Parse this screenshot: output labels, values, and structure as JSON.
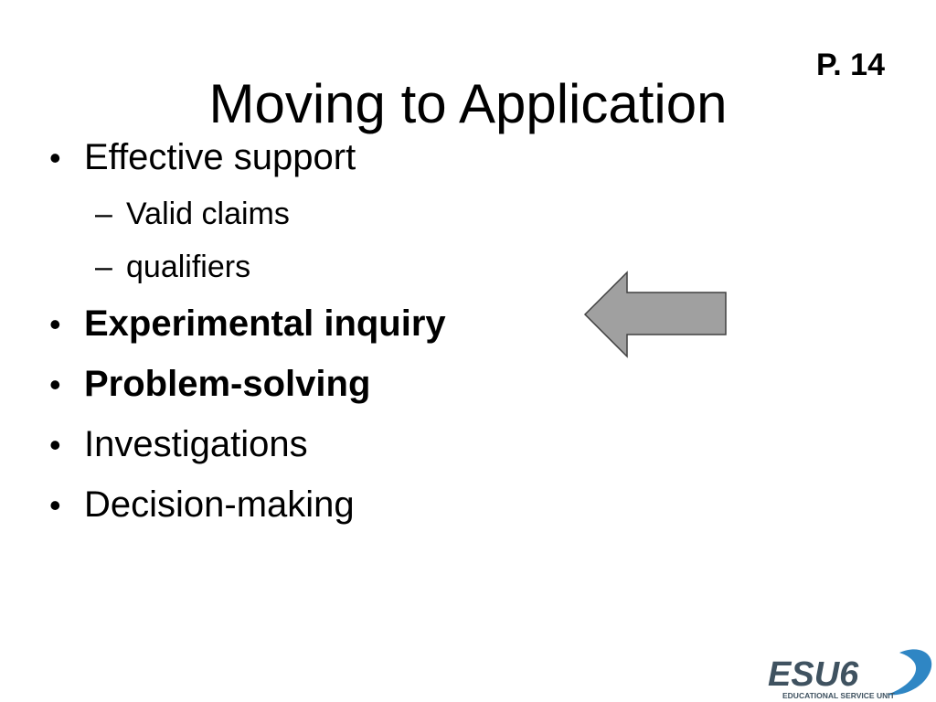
{
  "slide": {
    "page_ref": "P. 14",
    "title": "Moving to Application",
    "bullets": [
      {
        "label": "Effective support",
        "bold": false,
        "sub": [
          "Valid claims",
          "qualifiers"
        ]
      },
      {
        "label": "Experimental inquiry",
        "bold": true
      },
      {
        "label": "Problem-solving",
        "bold": true
      },
      {
        "label": "Investigations",
        "bold": false
      },
      {
        "label": "Decision-making",
        "bold": false
      }
    ],
    "bullet_glyph": "•",
    "sub_glyph": "–"
  },
  "arrow": {
    "icon": "left-arrow-icon",
    "fill": "#a0a0a0",
    "stroke": "#404040"
  },
  "logo": {
    "text": "ESU6",
    "tagline": "EDUCATIONAL SERVICE UNIT",
    "text_color": "#3f5260",
    "swoosh_color": "#2f86c4"
  }
}
